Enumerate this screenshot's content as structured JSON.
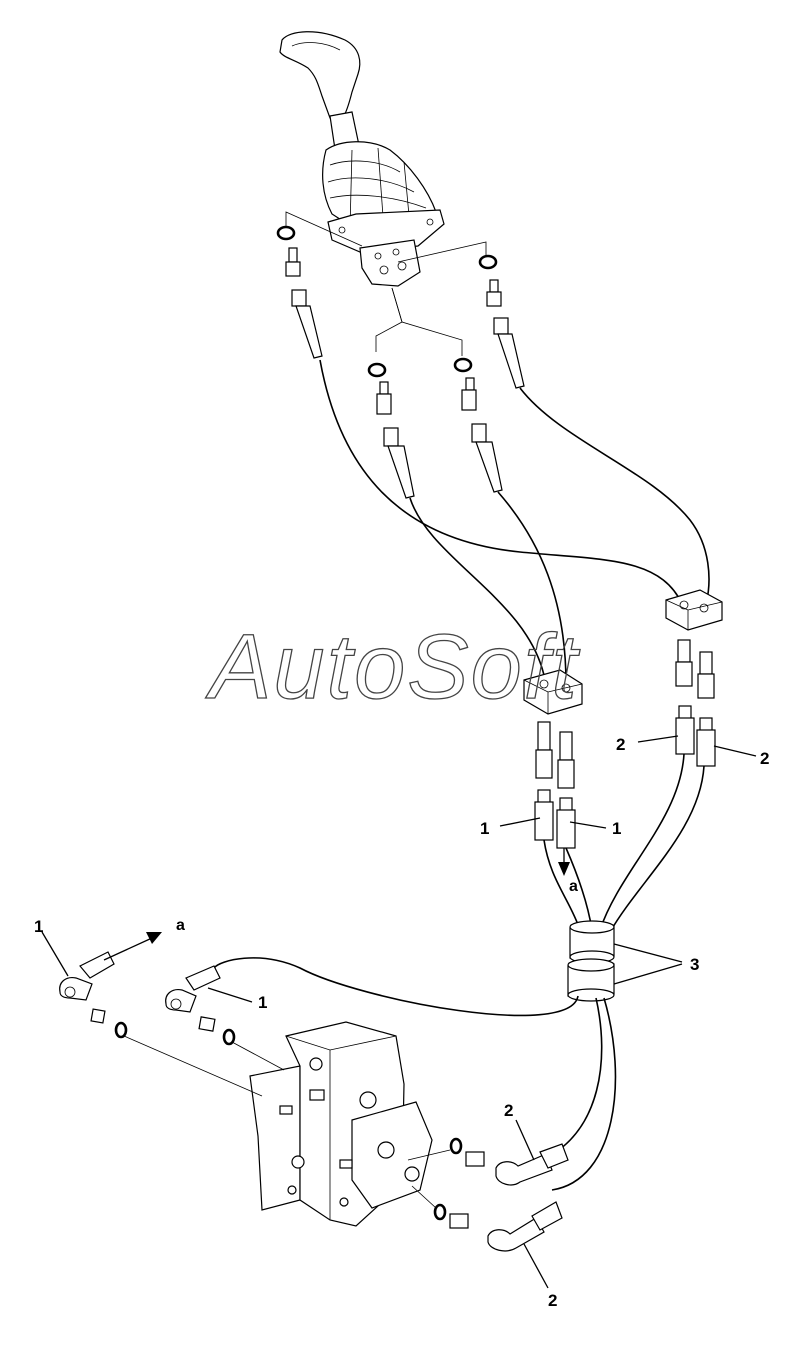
{
  "watermark": "AutoSoft",
  "callouts": {
    "hose_top_left": "1",
    "hose_top_right": "1",
    "hose_bottom_left": "1",
    "hose_valve": "1",
    "hose2_left": "2",
    "hose2_right": "2",
    "hose2_valve_upper": "2",
    "hose2_valve_lower": "2",
    "clamp": "3"
  },
  "direction_marks": {
    "upper": "a",
    "lower": "a"
  },
  "icons": [
    "joystick-icon",
    "control-valve-icon",
    "hose-clamp-icon",
    "o-ring-icon",
    "fitting-icon",
    "hose-block-icon",
    "arrow-icon"
  ]
}
